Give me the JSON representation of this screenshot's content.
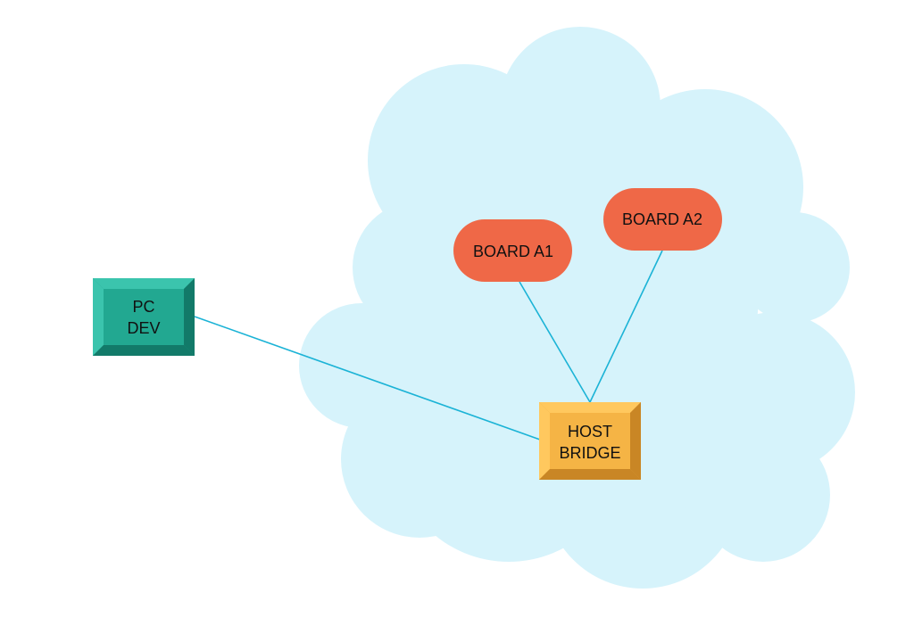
{
  "colors": {
    "background": "#ffffff",
    "cloud": "#d6f3fb",
    "link": "#1bb3d6",
    "pc_outer": "#1f9a86",
    "pc_inner": "#22a891",
    "pc_bevel_light": "#3bc4ad",
    "pc_bevel_dark": "#127a69",
    "bridge_outer": "#e5a23f",
    "bridge_inner": "#f5b445",
    "bridge_bevel_light": "#ffc85e",
    "bridge_bevel_dark": "#c98625",
    "board": "#ef6847",
    "label": "#111111"
  },
  "nodes": {
    "pc_dev": {
      "line1": "PC",
      "line2": "DEV",
      "icon": "workstation-box"
    },
    "host_bridge": {
      "line1": "HOST",
      "line2": "BRIDGE",
      "icon": "bridge-box"
    },
    "board_a1": {
      "label": "BOARD A1",
      "icon": "board-pill"
    },
    "board_a2": {
      "label": "BOARD A2",
      "icon": "board-pill"
    }
  },
  "links": [
    {
      "from": "pc_dev",
      "to": "host_bridge"
    },
    {
      "from": "board_a1",
      "to": "host_bridge"
    },
    {
      "from": "board_a2",
      "to": "host_bridge"
    }
  ]
}
